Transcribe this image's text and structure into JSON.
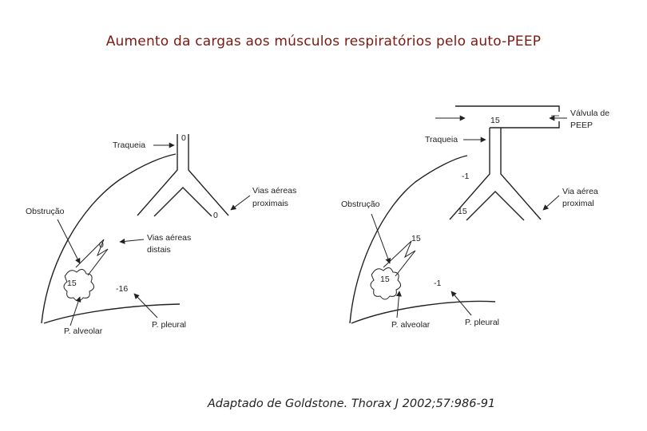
{
  "title": "Aumento da cargas aos músculos respiratórios pelo auto-PEEP",
  "caption": "Adaptado de Goldstone. Thorax J 2002;57:986-91",
  "left_panel": {
    "traqueia": "Traqueia",
    "vias_aereas_proximais_1": "Vias aéreas",
    "vias_aereas_proximais_2": "proximais",
    "obstrucao": "Obstrução",
    "vias_aereas_distais_1": "Vias aéreas",
    "vias_aereas_distais_2": "distais",
    "p_alveolar": "P. alveolar",
    "p_pleural": "P. pleural",
    "v_trachea": "0",
    "v_proximal": "0",
    "v_distal": "0",
    "v_alveolar": "15",
    "v_pleural": "-16"
  },
  "right_panel": {
    "valvula_1": "Válvula de",
    "valvula_2": "PEEP",
    "traqueia": "Traqueia",
    "via_aerea_proximal_1": "Via aérea",
    "via_aerea_proximal_2": "proximal",
    "obstrucao": "Obstrução",
    "p_alveolar": "P. alveolar",
    "p_pleural": "P. pleural",
    "v_peep": "15",
    "v_trachea": "-1",
    "v_proximal": "15",
    "v_distal": "15",
    "v_alveolar": "15",
    "v_pleural": "-1"
  }
}
